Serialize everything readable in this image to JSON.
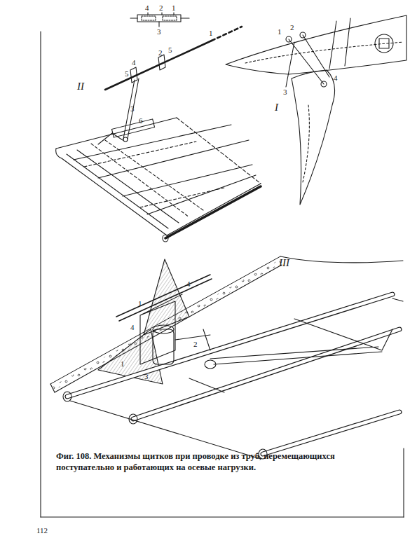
{
  "diagram": {
    "caption": "Фиг. 108. Механизмы щитков при проводке из труб, перемещающихся поступательно и работающих на осевые нагрузки.",
    "labels": [
      "4",
      "2",
      "1",
      "3",
      "1",
      "5",
      "4",
      "2",
      "5",
      "3",
      "6",
      "II",
      "I",
      "1",
      "2",
      "3",
      "4",
      "III",
      "1",
      "4",
      "4",
      "2",
      "1",
      "3",
      "112"
    ]
  }
}
